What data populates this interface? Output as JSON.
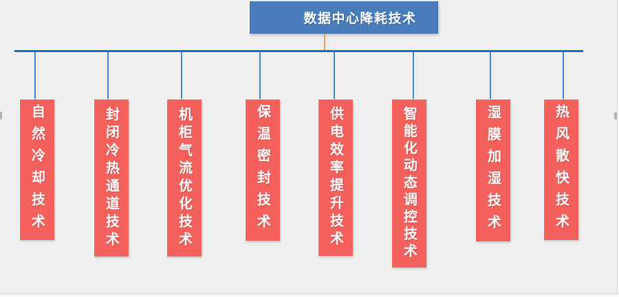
{
  "diagram": {
    "title": "数据中心降耗技术",
    "branches": [
      {
        "label": "自然冷却技术"
      },
      {
        "label": "封闭冷热通道技术"
      },
      {
        "label": "机柜气流优化技术"
      },
      {
        "label": "保温密封技术"
      },
      {
        "label": "供电效率提升技术"
      },
      {
        "label": "智能化动态调控技术"
      },
      {
        "label": "湿膜加湿技术"
      },
      {
        "label": "热风散快技术"
      }
    ]
  },
  "colors": {
    "canvas_bg": "#EFEFEF",
    "root_bg": "#4A7DBB",
    "branch_bg": "#F4605C",
    "trunk_line": "#0E70C4",
    "branch_line": "#3E86CB",
    "root_connector": "#EBA150",
    "node_text": "#FFFFFF"
  }
}
